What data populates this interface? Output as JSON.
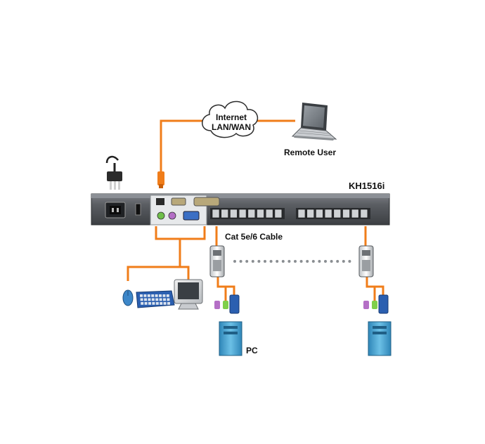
{
  "labels": {
    "cloud_line1": "Internet",
    "cloud_line2": "LAN/WAN",
    "remote_user": "Remote User",
    "device_model": "KH1516i",
    "cable": "Cat 5e/6 Cable",
    "pc": "PC"
  },
  "colors": {
    "cable_orange": "#f07d1a",
    "chassis_dark": "#4a4d52",
    "chassis_light": "#8c9096",
    "pc_blue": "#4fa9d6",
    "port_gray": "#cfd2d5"
  },
  "icons": [
    "power-plug-icon",
    "laptop-icon",
    "cloud-icon",
    "mouse-icon",
    "keyboard-icon",
    "monitor-icon",
    "adapter-icon",
    "pc-tower-icon"
  ]
}
